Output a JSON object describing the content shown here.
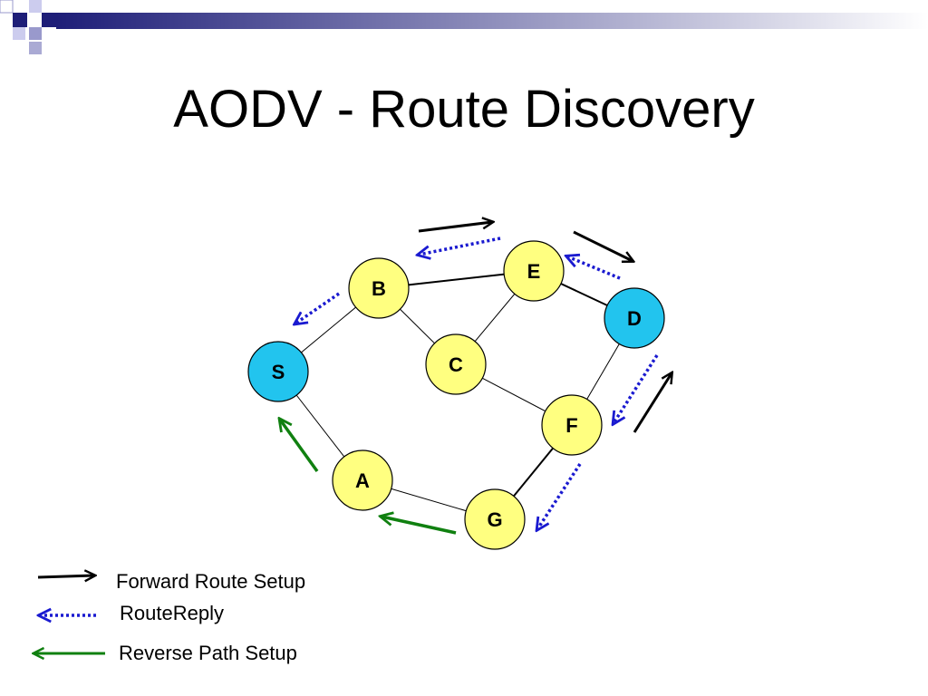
{
  "slide": {
    "title": "AODV - Route Discovery"
  },
  "colors": {
    "node_fill": "#ffff80",
    "highlight_fill": "#22c4ee",
    "forward": "#000000",
    "reply": "#1a1ad0",
    "reverse": "#108010",
    "banner": "#1e1e78"
  },
  "nodes": [
    {
      "id": "S",
      "label": "S",
      "highlight": true
    },
    {
      "id": "B",
      "label": "B",
      "highlight": false
    },
    {
      "id": "C",
      "label": "C",
      "highlight": false
    },
    {
      "id": "E",
      "label": "E",
      "highlight": false
    },
    {
      "id": "D",
      "label": "D",
      "highlight": true
    },
    {
      "id": "F",
      "label": "F",
      "highlight": false
    },
    {
      "id": "A",
      "label": "A",
      "highlight": false
    },
    {
      "id": "G",
      "label": "G",
      "highlight": false
    }
  ],
  "links": [
    {
      "from": "S",
      "to": "B"
    },
    {
      "from": "S",
      "to": "A"
    },
    {
      "from": "B",
      "to": "E"
    },
    {
      "from": "B",
      "to": "C"
    },
    {
      "from": "C",
      "to": "E"
    },
    {
      "from": "C",
      "to": "F"
    },
    {
      "from": "E",
      "to": "D"
    },
    {
      "from": "D",
      "to": "F"
    },
    {
      "from": "F",
      "to": "G"
    },
    {
      "from": "A",
      "to": "G"
    }
  ],
  "legend": [
    {
      "type": "forward",
      "label": "Forward Route Setup"
    },
    {
      "type": "reply",
      "label": "RouteReply"
    },
    {
      "type": "reverse",
      "label": "Reverse Path Setup"
    }
  ]
}
